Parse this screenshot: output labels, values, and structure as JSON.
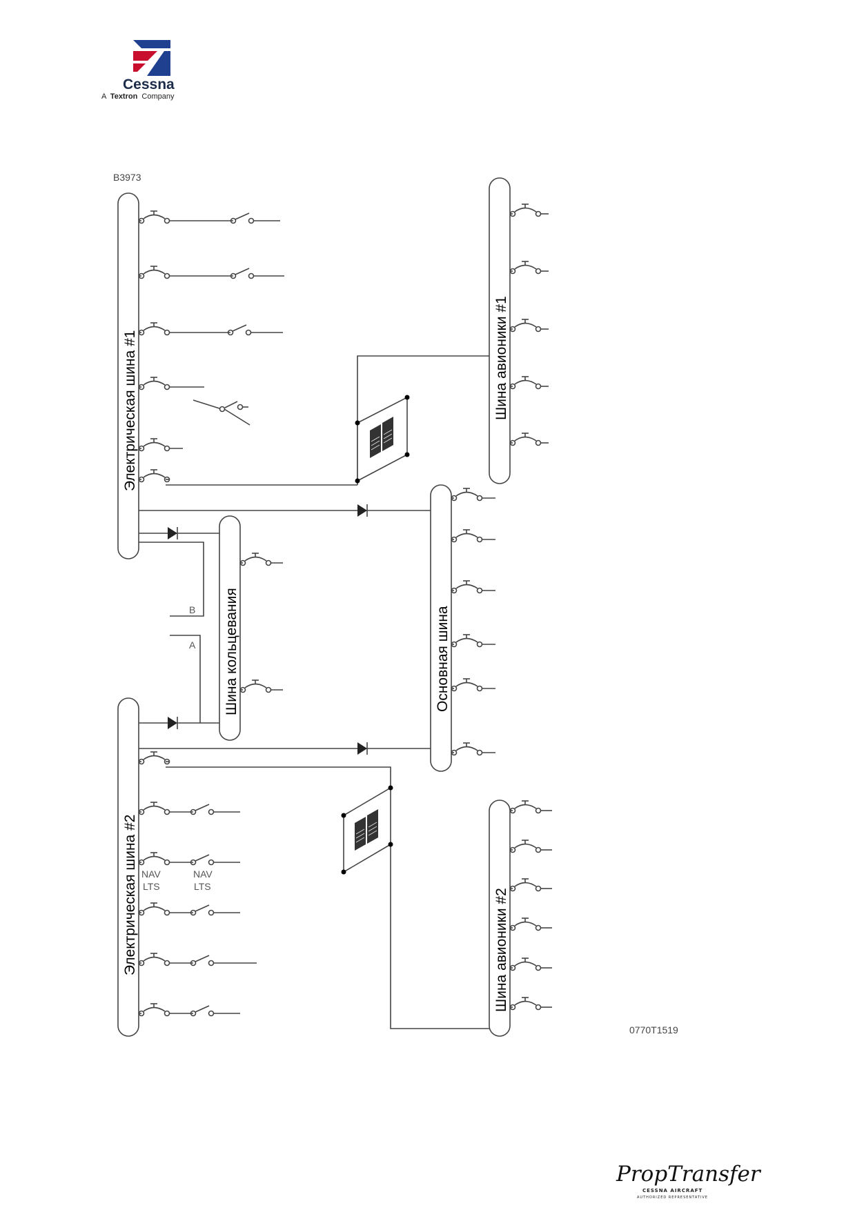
{
  "logo": {
    "brand": "Cessna",
    "tagline_prefix": "A",
    "tagline_bold": "Textron",
    "tagline_suffix": "Company",
    "colors": {
      "blue": "#1f3f8f",
      "red": "#c8102e",
      "navy": "#1c2b4a"
    }
  },
  "figure": {
    "id_top": "B3973",
    "id_bottom": "0770T1519"
  },
  "buses": {
    "electrical_1": "Электрическая шина  #1",
    "electrical_2": "Электрическая шина  #2",
    "avionics_1": "Шина авионики #1",
    "avionics_2": "Шина авионики #2",
    "crossfeed": "Шина кольцевания",
    "main": "Основная шина"
  },
  "labels": {
    "b": "B",
    "a": "A",
    "nav_lts_1_line1": "NAV",
    "nav_lts_1_line2": "LTS",
    "nav_lts_2_line1": "NAV",
    "nav_lts_2_line2": "LTS"
  },
  "footer_logo": {
    "script": "PropTransfer",
    "line1": "CESSNA AIRCRAFT",
    "line2": "AUTHORIZED REPRESENTATIVE"
  }
}
